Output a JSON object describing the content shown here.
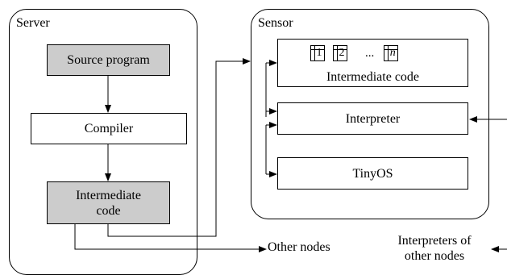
{
  "server": {
    "title": "Server",
    "source_program": "Source program",
    "compiler": "Compiler",
    "intermediate_code_line1": "Intermediate",
    "intermediate_code_line2": "code"
  },
  "sensor": {
    "title": "Sensor",
    "slots": [
      "1",
      "2",
      "n"
    ],
    "ellipsis": "...",
    "intermediate_code": "Intermediate code",
    "interpreter": "Interpreter",
    "tinyos": "TinyOS"
  },
  "outside": {
    "other_nodes": "Other nodes",
    "interpreters_line1": "Interpreters of",
    "interpreters_line2": "other nodes"
  },
  "colors": {
    "shaded_box": "#cccccc",
    "line": "#000000"
  }
}
